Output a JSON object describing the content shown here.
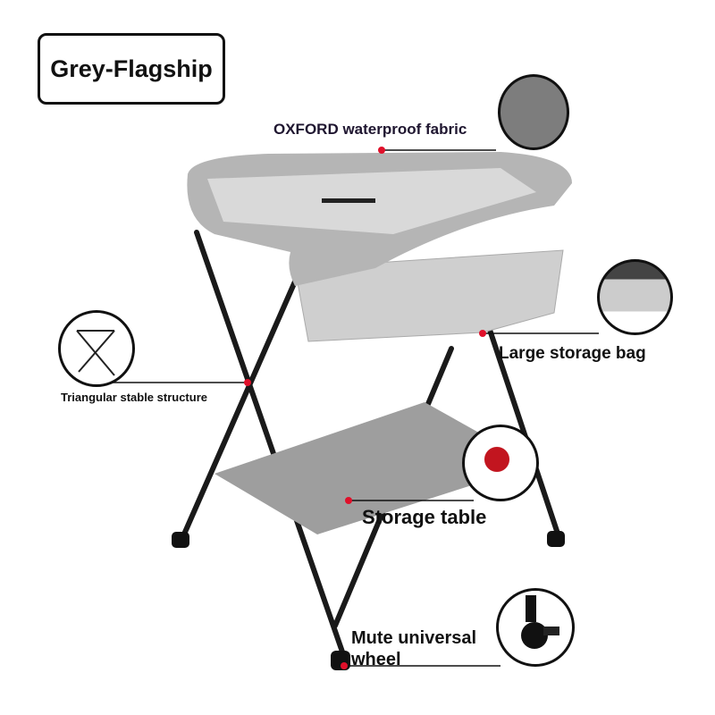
{
  "title": "Grey-Flagship",
  "callouts": {
    "fabric": "OXFORD waterproof fabric",
    "storage_bag": "Large storage bag",
    "structure": "Triangular stable structure",
    "storage_table": "Storage table",
    "wheel_line1": "Mute universal",
    "wheel_line2": "wheel"
  },
  "colors": {
    "marker": "#e0102a",
    "fabric": "#a9a9a9",
    "frame": "#1a1a1a"
  }
}
